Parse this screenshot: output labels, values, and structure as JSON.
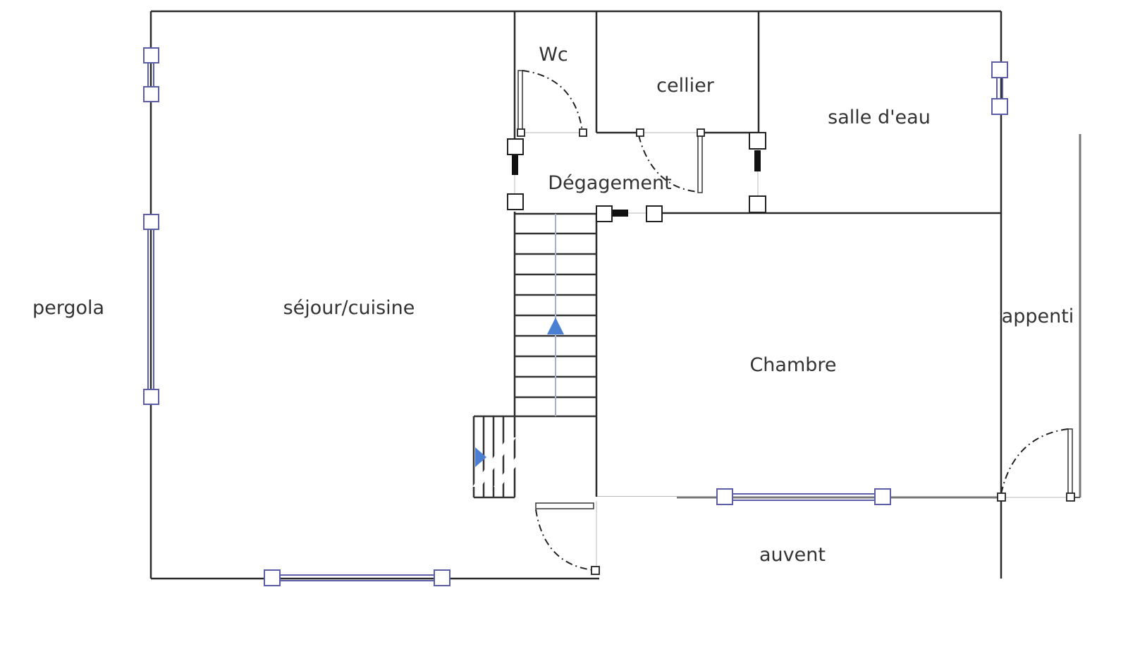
{
  "plan": {
    "title": "Floor plan",
    "rooms": [
      {
        "id": "wc",
        "label": "Wc"
      },
      {
        "id": "cellier",
        "label": "cellier"
      },
      {
        "id": "salle-deau",
        "label": "salle d'eau"
      },
      {
        "id": "degagement",
        "label": "Dégagement"
      },
      {
        "id": "pergola",
        "label": "pergola"
      },
      {
        "id": "sejour-cuisine",
        "label": "séjour/cuisine"
      },
      {
        "id": "chambre",
        "label": "Chambre"
      },
      {
        "id": "appenti",
        "label": "appenti"
      },
      {
        "id": "auvent",
        "label": "auvent"
      }
    ],
    "symbols": {
      "stairs_steps": 11,
      "stairs_direction": "up",
      "window_color": "#5b5ea6",
      "stair_arrow_color": "#4a7fd4",
      "wall_color": "#2a2a2a"
    }
  }
}
